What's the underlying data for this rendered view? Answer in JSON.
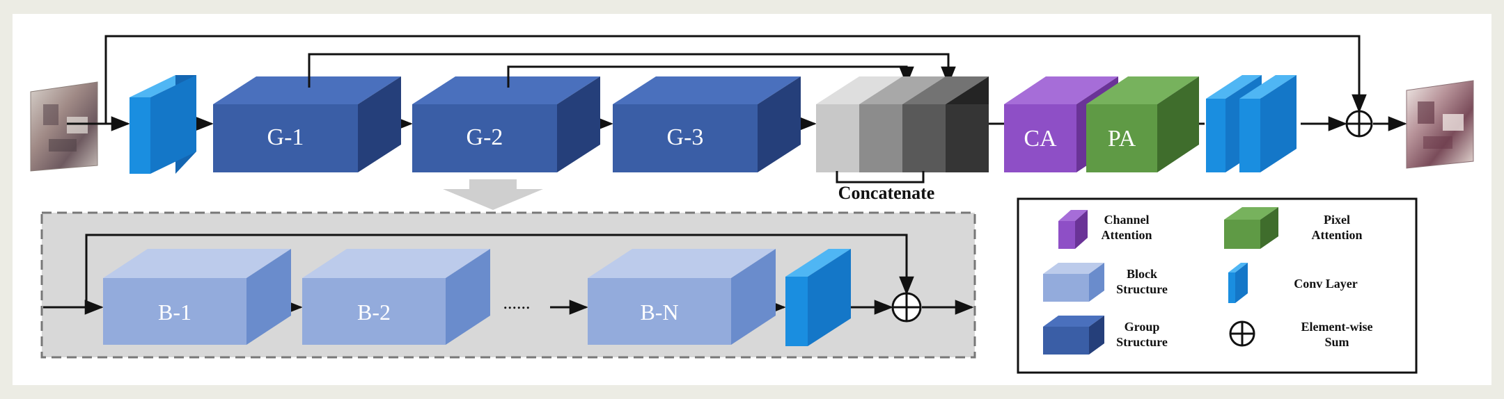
{
  "main_flow": {
    "groups": [
      "G-1",
      "G-2",
      "G-3"
    ],
    "channel_attention": "CA",
    "pixel_attention": "PA",
    "concat_label": "Concatenate"
  },
  "group_detail": {
    "blocks": [
      "B-1",
      "B-2",
      "B-N"
    ],
    "ellipsis": "......"
  },
  "legend": {
    "items": [
      {
        "label_line1": "Channel",
        "label_line2": "Attention",
        "icon": "purple-cube-icon"
      },
      {
        "label_line1": "Pixel",
        "label_line2": "Attention",
        "icon": "green-cube-icon"
      },
      {
        "label_line1": "Block",
        "label_line2": "Structure",
        "icon": "light-blue-cube-icon"
      },
      {
        "label_line1": "Conv Layer",
        "label_line2": "",
        "icon": "conv-slab-icon"
      },
      {
        "label_line1": "Group",
        "label_line2": "Structure",
        "icon": "dark-blue-cube-icon"
      },
      {
        "label_line1": "Element-wise",
        "label_line2": "Sum",
        "icon": "circled-plus-icon"
      }
    ]
  },
  "colors": {
    "background": "#ecece4",
    "panel": "#ffffff",
    "group_front": "#3a5ea6",
    "block_front": "#93abdc",
    "conv_front": "#1a8ee0",
    "channel_attention": "#8e4fc6",
    "pixel_attention": "#5f9a45",
    "concat_1": "#c8c8c8",
    "concat_2": "#8c8c8c",
    "concat_3": "#595959",
    "concat_4": "#353535"
  }
}
